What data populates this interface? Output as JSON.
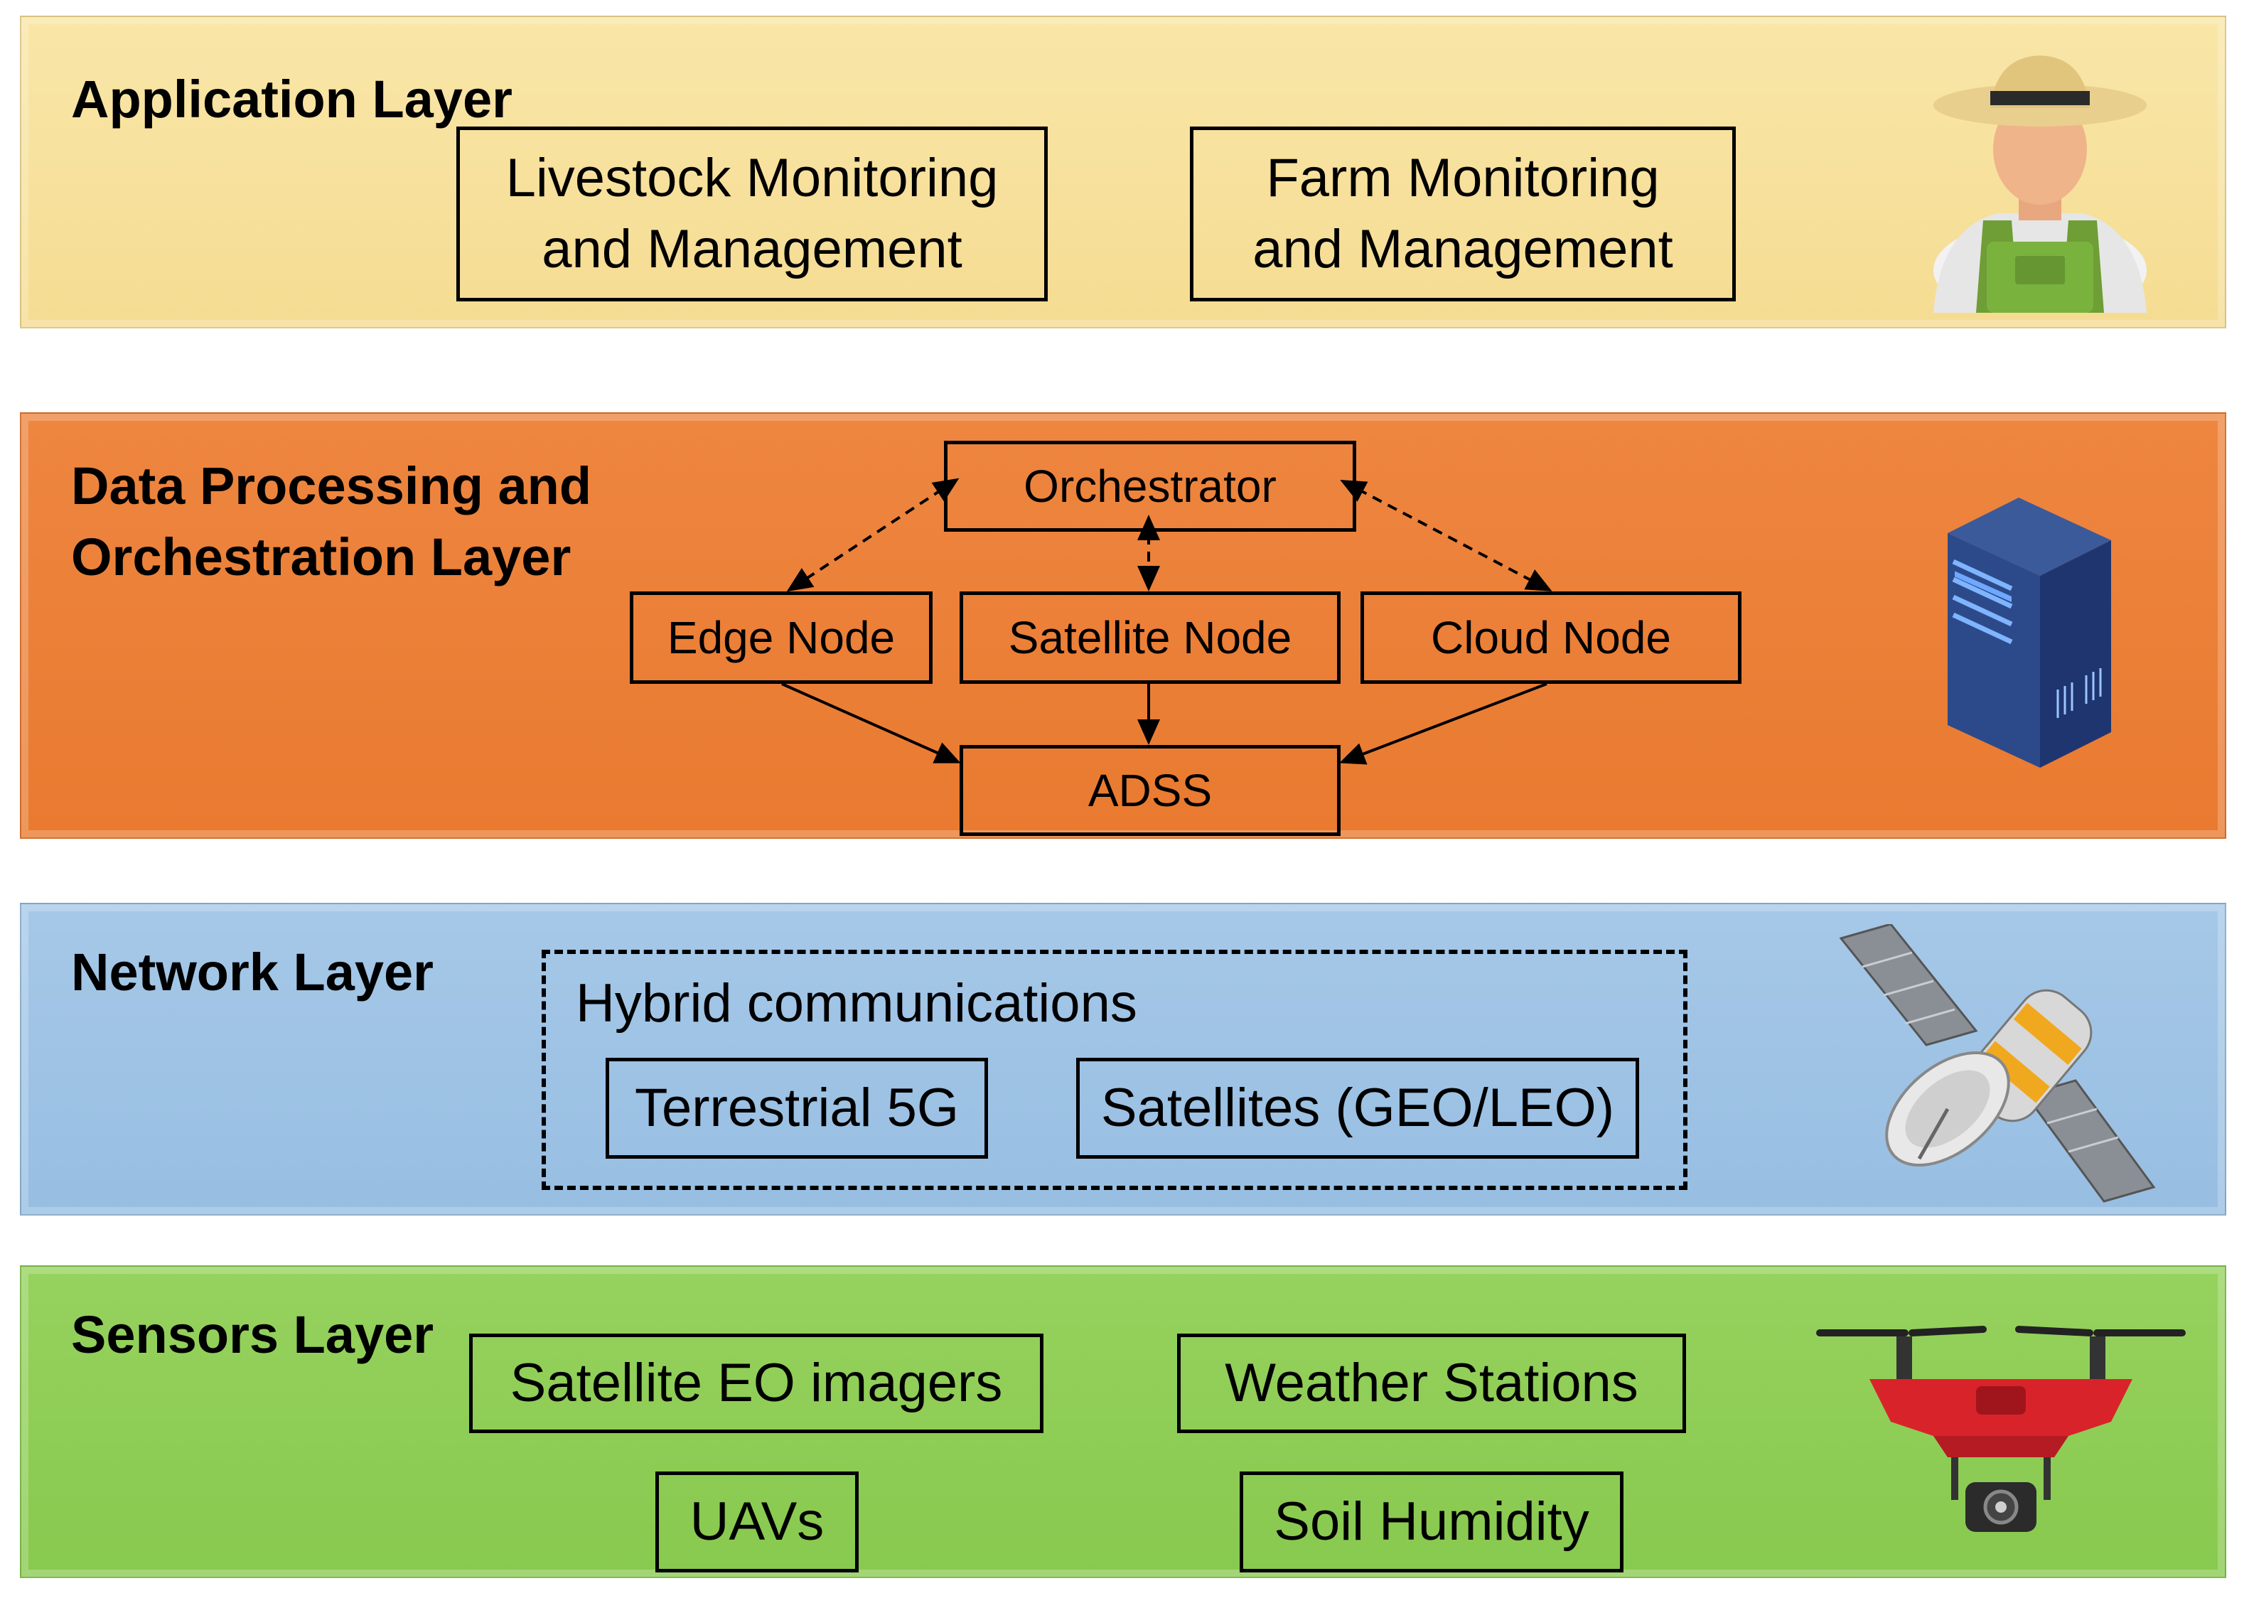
{
  "layers": {
    "application": {
      "title": "Application Layer",
      "color": "#f7e09a",
      "boxes": [
        "Livestock Monitoring\nand Management",
        "Farm Monitoring\nand Management"
      ],
      "icon": "farmer-icon"
    },
    "processing": {
      "title": "Data Processing and\nOrchestration Layer",
      "color": "#eb7e34",
      "nodes": {
        "orchestrator": "Orchestrator",
        "edge": "Edge Node",
        "satellite": "Satellite Node",
        "cloud": "Cloud Node",
        "adss": "ADSS"
      },
      "icon": "server-icon"
    },
    "network": {
      "title": "Network Layer",
      "color": "#9dc3e6",
      "group_label": "Hybrid communications",
      "boxes": [
        "Terrestrial 5G",
        "Satellites (GEO/LEO)"
      ],
      "icon": "satellite-icon"
    },
    "sensors": {
      "title": "Sensors Layer",
      "color": "#8fce5a",
      "boxes": [
        "Satellite EO imagers",
        "Weather Stations",
        "UAVs",
        "Soil Humidity"
      ],
      "icon": "drone-icon"
    }
  }
}
